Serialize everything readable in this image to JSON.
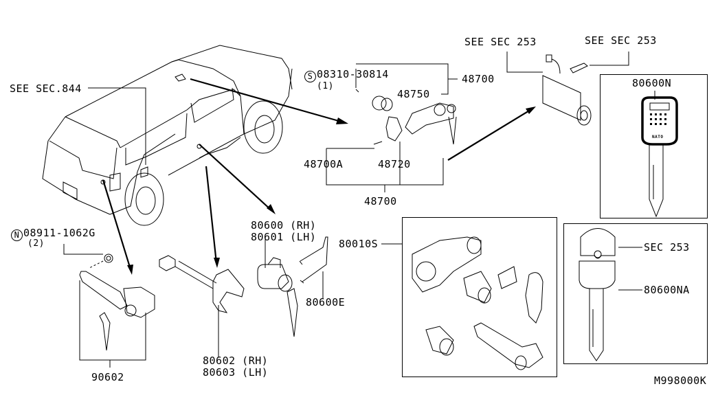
{
  "diagram": {
    "drawing_code": "M998000K",
    "labels": {
      "see_sec_844": "SEE SEC.844",
      "bolt_code_prefix": "S",
      "bolt_code": "08310-30814",
      "bolt_qty": "(1)",
      "ignition_assy_top": "48700",
      "ignition_cyl": "48750",
      "bolt_48700a": "48700A",
      "clamp": "48720",
      "ignition_assy_bottom": "48700",
      "see_sec_253_a": "SEE SEC 253",
      "see_sec_253_b": "SEE SEC 253",
      "key_80600n": "80600N",
      "sec_253_keyhead": "SEC 253",
      "key_80600na": "80600NA",
      "nut_prefix": "N",
      "nut_code": "08911-1062G",
      "nut_qty": "(2)",
      "back_door_lock": "90602",
      "door_cyl_rh": "80600 (RH)",
      "door_cyl_lh": "80601 (LH)",
      "door_handle_rh": "80602 (RH)",
      "door_handle_lh": "80603 (LH)",
      "retainer": "80600E",
      "lock_set": "80010S"
    },
    "key_texts": {
      "nato": "NATO"
    }
  }
}
